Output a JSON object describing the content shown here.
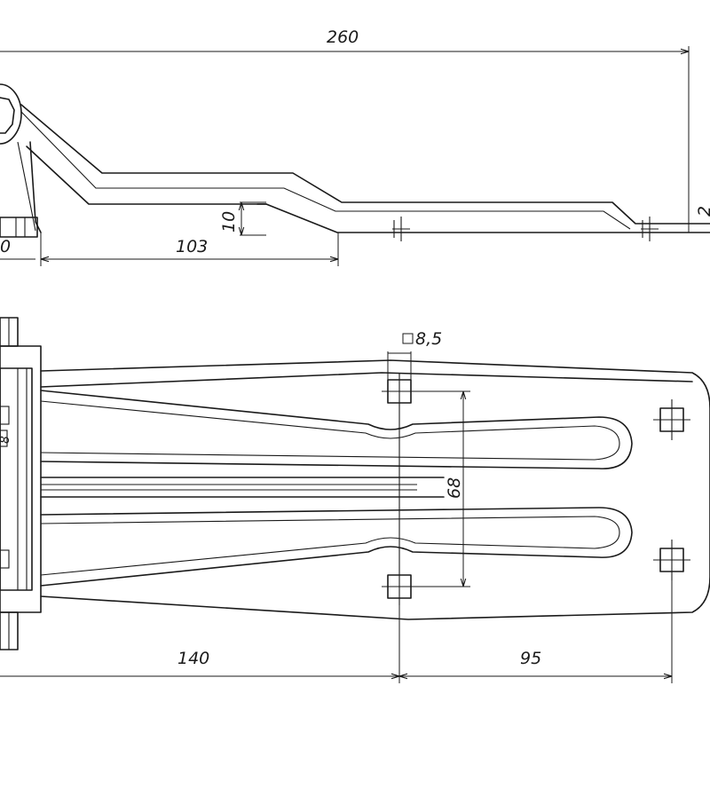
{
  "dimensions": {
    "overall_length": "260",
    "offset_height": "10",
    "flat_length": "103",
    "left_partial": "0",
    "right_partial": "2",
    "hole_size": "8,5",
    "hole_spacing": "68",
    "span_left": "140",
    "span_right": "95",
    "left_edge_partial": "8"
  },
  "colors": {
    "stroke": "#1a1a1a",
    "background": "#ffffff"
  }
}
